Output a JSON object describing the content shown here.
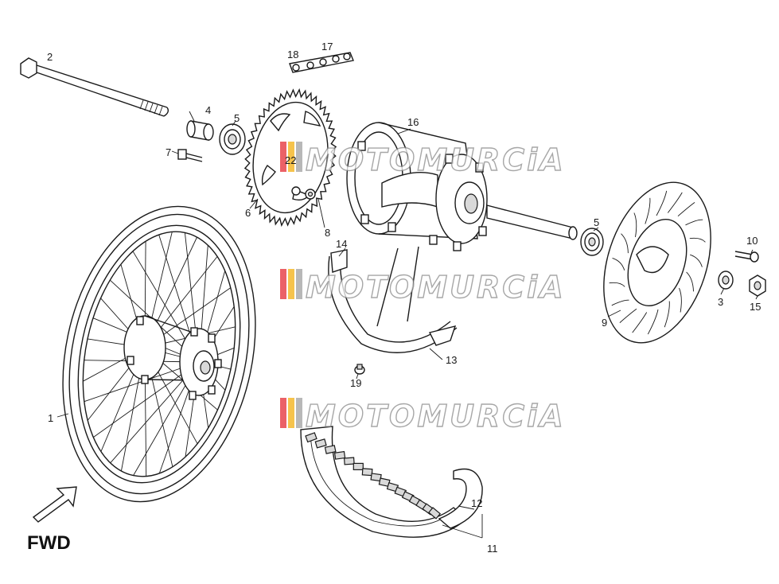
{
  "labels": {
    "l1": "1",
    "l2": "2",
    "l3": "3",
    "l4": "4",
    "l5a": "5",
    "l5b": "5",
    "l6": "6",
    "l7": "7",
    "l8": "8",
    "l9": "9",
    "l10": "10",
    "l11": "11",
    "l12": "12",
    "l13": "13",
    "l14": "14",
    "l15": "15",
    "l16": "16",
    "l17": "17",
    "l18": "18",
    "l19": "19",
    "l22": "22"
  },
  "fwd_label": "FWD",
  "watermark": "MOTOMURCiA",
  "colors": {
    "line": "#1a1a1a",
    "watermark_stripes": [
      "#e21e26",
      "#f2a900",
      "#9a9a9a"
    ]
  }
}
